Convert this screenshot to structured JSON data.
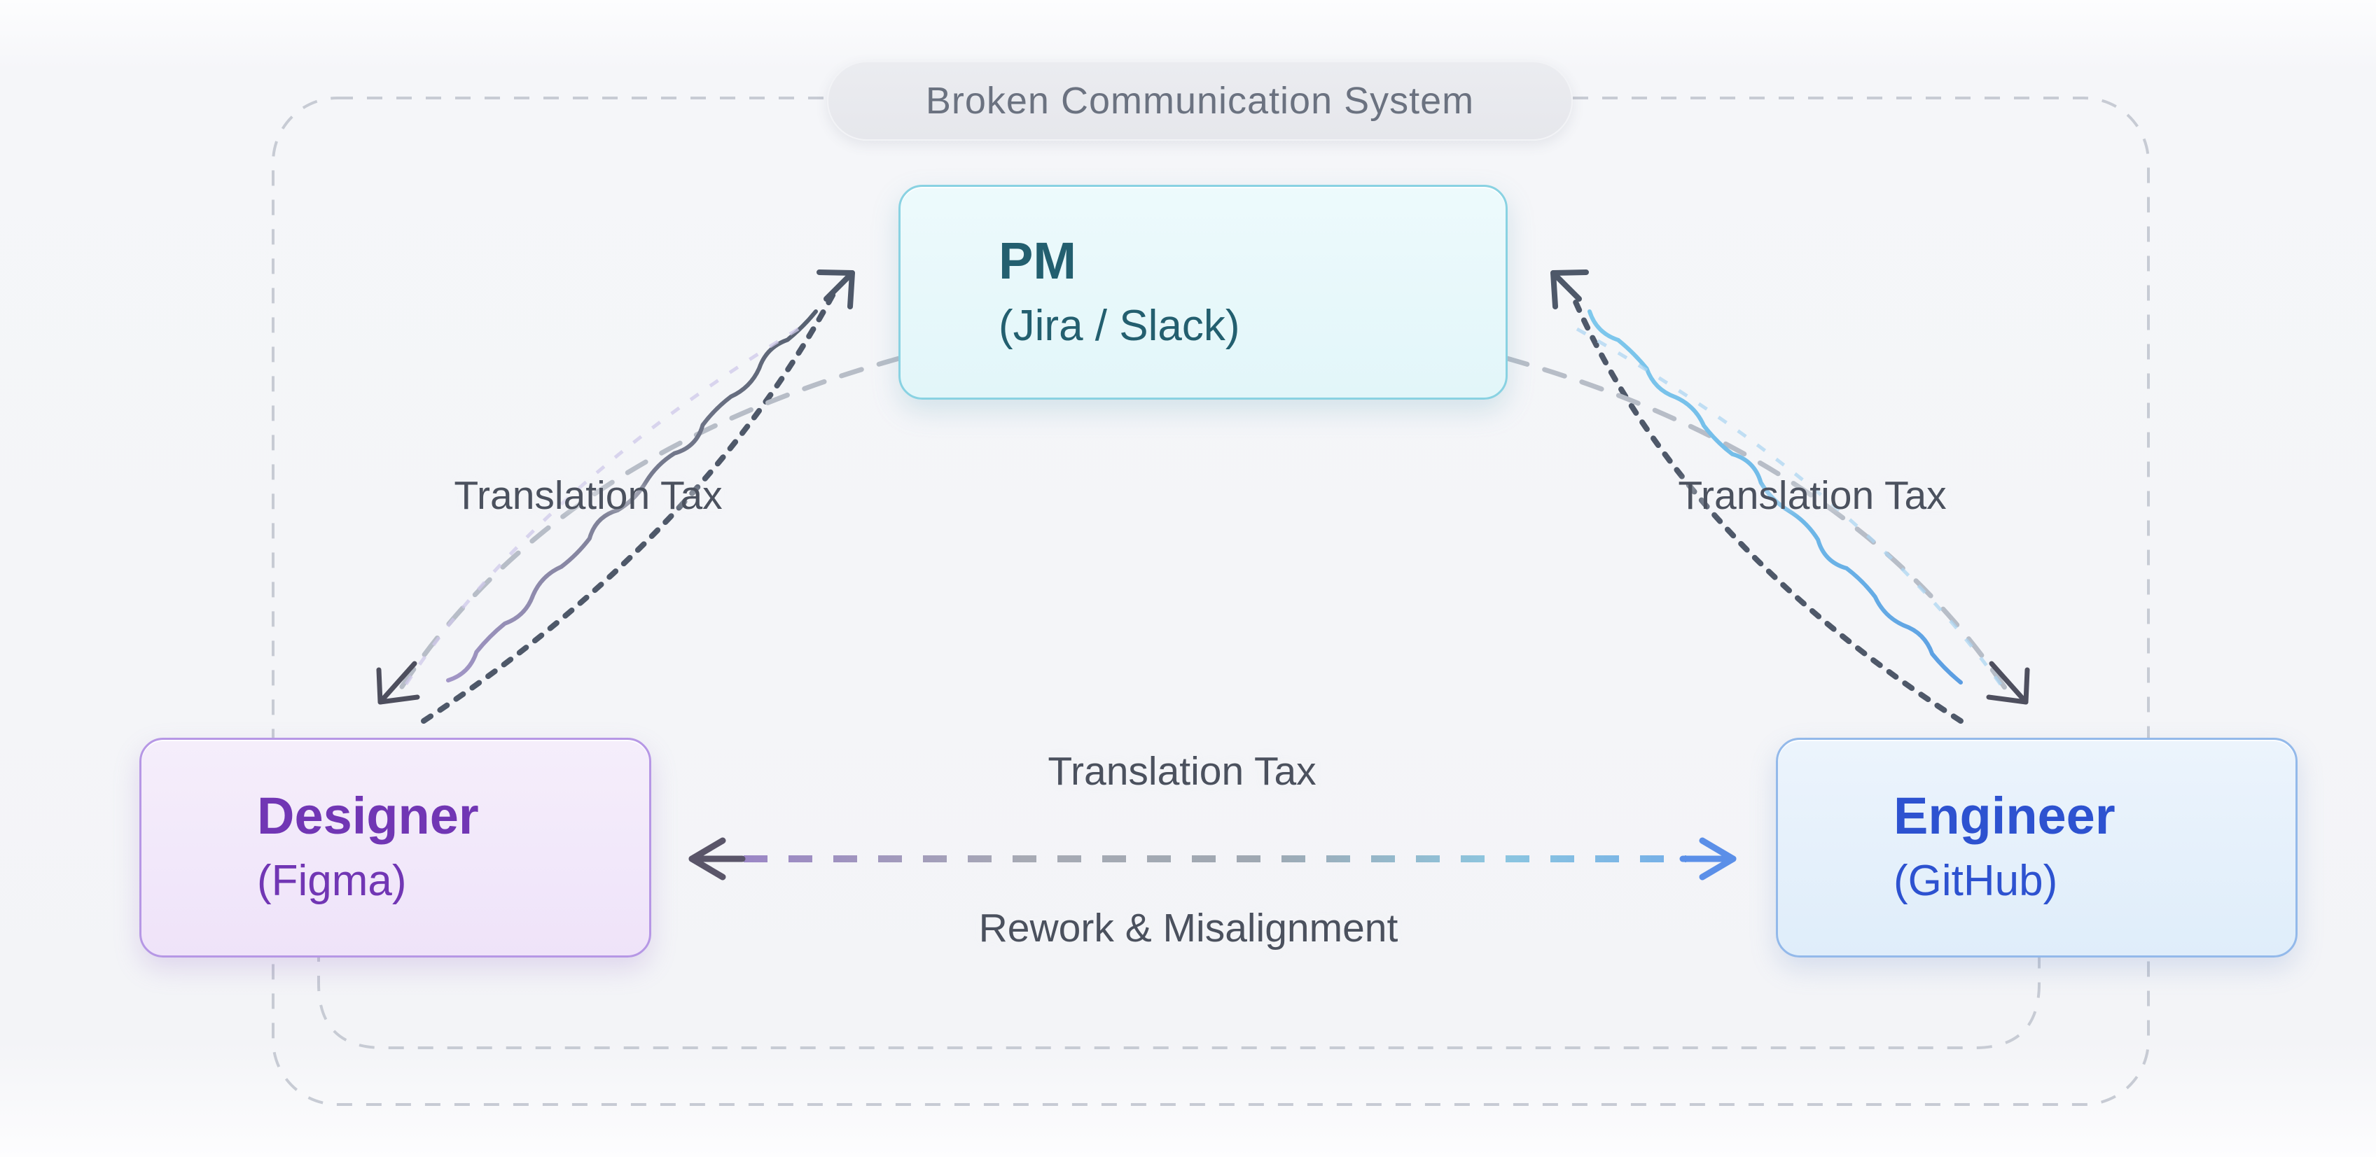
{
  "frame": {
    "title": "Broken Communication System"
  },
  "nodes": {
    "pm": {
      "title": "PM",
      "subtitle": "(Jira / Slack)"
    },
    "designer": {
      "title": "Designer",
      "subtitle": "(Figma)"
    },
    "engineer": {
      "title": "Engineer",
      "subtitle": "(GitHub)"
    }
  },
  "edges": {
    "designer_pm": {
      "label": "Translation Tax"
    },
    "pm_engineer": {
      "label": "Translation Tax"
    },
    "designer_engineer": {
      "label_top": "Translation Tax",
      "label_bottom": "Rework & Misalignment"
    }
  },
  "colors": {
    "pill_text": "#6b7280",
    "pm_border": "#89d2e2",
    "pm_text": "#235f6f",
    "designer_border": "#b697e5",
    "designer_text": "#7136b4",
    "engineer_border": "#93b9ea",
    "engineer_text": "#2d52d0",
    "label_text": "#4b515e",
    "frame_dash": "#c7cbd4",
    "arrow_dark": "#4e5869",
    "arrow_light": "#b7bdc7",
    "squiggle_purple": "#a195c6",
    "squiggle_blue": "#6fb9e8",
    "mid_arrow_left": "#5a5569",
    "mid_arrow_right": "#5b8fe8"
  }
}
